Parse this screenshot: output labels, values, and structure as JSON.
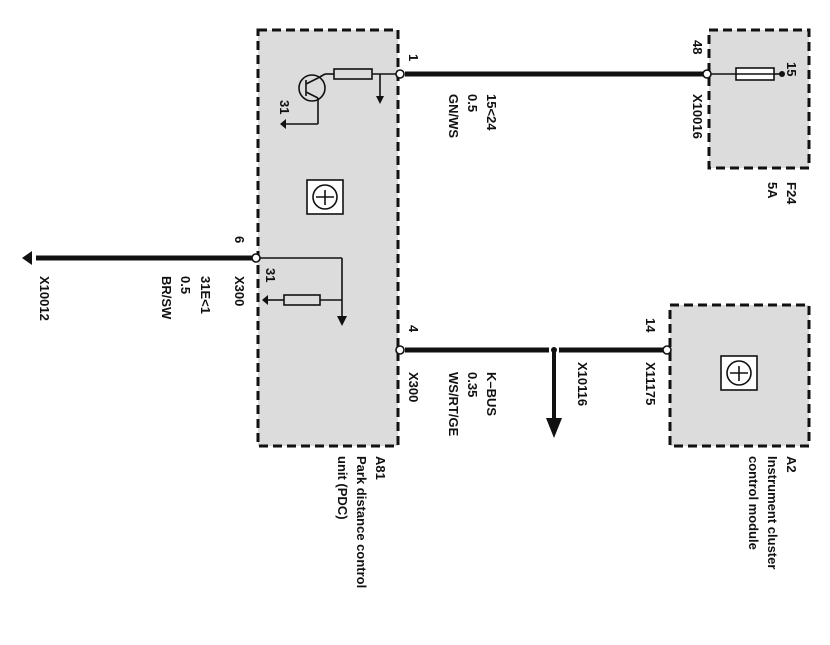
{
  "modules": {
    "pdc": {
      "id": "A81",
      "name_lines": [
        "Park distance control",
        "unit (PDC)"
      ]
    },
    "cluster": {
      "id": "A2",
      "name_lines": [
        "Instrument cluster",
        "control module"
      ]
    },
    "fuse": {
      "id": "F24",
      "rating": "5A",
      "terminal": "15"
    }
  },
  "wires": {
    "supply": {
      "pin_module": "1",
      "pin_fuse": "48",
      "connector_fuse": "X10016",
      "circuit": "15<24",
      "gauge": "0.5",
      "color": "GN/WS"
    },
    "ground": {
      "pin_module": "6",
      "connector_module": "X300",
      "ground_point": "X10012",
      "circuit": "31E<1",
      "gauge": "0.5",
      "color": "BR/SW"
    },
    "kbus": {
      "pin_module": "4",
      "pin_cluster": "14",
      "connector_module": "X300",
      "connector_cluster": "X11175",
      "splice": "X10116",
      "circuit": "K–BUS",
      "gauge": "0.35",
      "color": "WS/RT/GE"
    }
  },
  "internal": {
    "ground_label_top": "31",
    "ground_label_bottom": "31"
  }
}
